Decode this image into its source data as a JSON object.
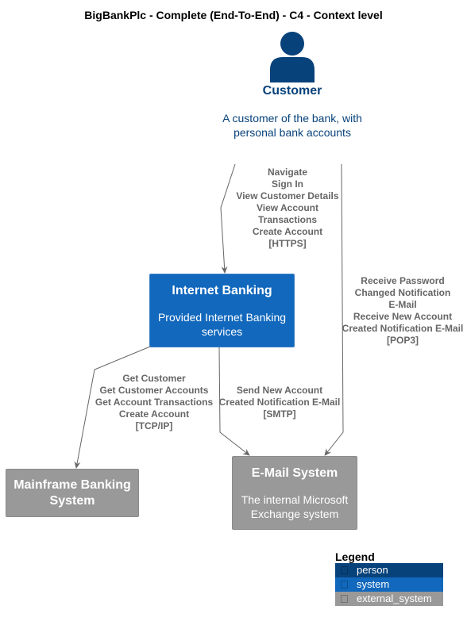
{
  "title": "BigBankPlc - Complete (End-To-End) - C4 - Context level",
  "colors": {
    "person": "#08427b",
    "system": "#1168bd",
    "external_system": "#999999",
    "edge": "#666666"
  },
  "person": {
    "icon": "person-icon",
    "name": "Customer",
    "description_lines": [
      "A customer of the bank, with",
      "personal bank accounts"
    ]
  },
  "systems": {
    "internet_banking": {
      "name": "Internet Banking",
      "description_lines": [
        "Provided Internet Banking",
        "services"
      ]
    },
    "mainframe": {
      "name_lines": [
        "Mainframe Banking",
        "System"
      ]
    },
    "email": {
      "name": "E-Mail System",
      "description_lines": [
        "The internal Microsoft",
        "Exchange system"
      ]
    }
  },
  "edges": {
    "customer_to_ib": [
      "Navigate",
      "Sign In",
      "View Customer Details",
      "View Account",
      "Transactions",
      "Create Account",
      "[HTTPS]"
    ],
    "ib_to_mainframe": [
      "Get Customer",
      "Get Customer Accounts",
      "Get Account Transactions",
      "Create Account",
      "[TCP/IP]"
    ],
    "ib_to_email": [
      "Send New Account",
      "Created Notification E-Mail",
      "[SMTP]"
    ],
    "email_to_customer": [
      "Receive Password",
      "Changed Notification",
      "E-Mail",
      "Receive New Account",
      "Created Notification E-Mail",
      "[POP3]"
    ]
  },
  "legend": {
    "title": "Legend",
    "items": [
      "person",
      "system",
      "external_system"
    ]
  }
}
